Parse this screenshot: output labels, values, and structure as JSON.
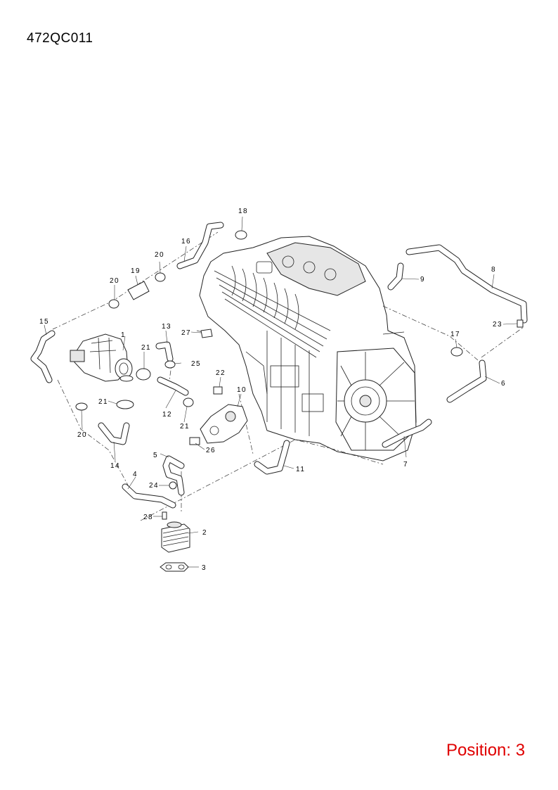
{
  "header": {
    "code": "472QC011"
  },
  "footer": {
    "position": "Position: 3"
  },
  "callouts": {
    "c1": "1",
    "c2": "2",
    "c3": "3",
    "c4": "4",
    "c5": "5",
    "c6": "6",
    "c7": "7",
    "c8": "8",
    "c9": "9",
    "c10": "10",
    "c11": "11",
    "c12": "12",
    "c13": "13",
    "c14": "14",
    "c15": "15",
    "c16": "16",
    "c17": "17",
    "c18": "18",
    "c19": "19",
    "c20a": "20",
    "c20b": "20",
    "c20c": "20",
    "c21a": "21",
    "c21b": "21",
    "c21c": "21",
    "c22": "22",
    "c23": "23",
    "c24": "24",
    "c25": "25",
    "c26": "26",
    "c27": "27",
    "c28": "28"
  }
}
